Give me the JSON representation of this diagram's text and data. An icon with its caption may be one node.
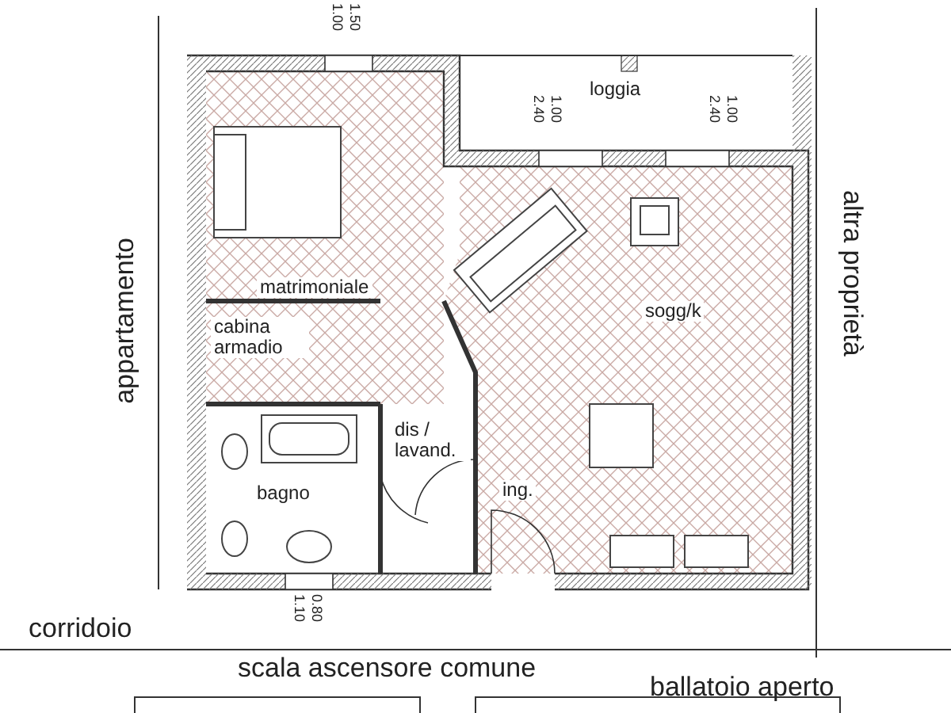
{
  "diagram": {
    "labels": [
      "1.00",
      "1.50",
      "loggia",
      "1.00",
      "2.40",
      "1.00",
      "2.40",
      "matrimoniale",
      "sogg/k",
      "cabina armadio",
      "appartamento",
      "altra proprietà",
      "dis / lavand.",
      "bagno",
      "ing.",
      "1.10",
      "0.80",
      "corridoio",
      "scala ascensore comune",
      "ballatoio aperto"
    ]
  }
}
